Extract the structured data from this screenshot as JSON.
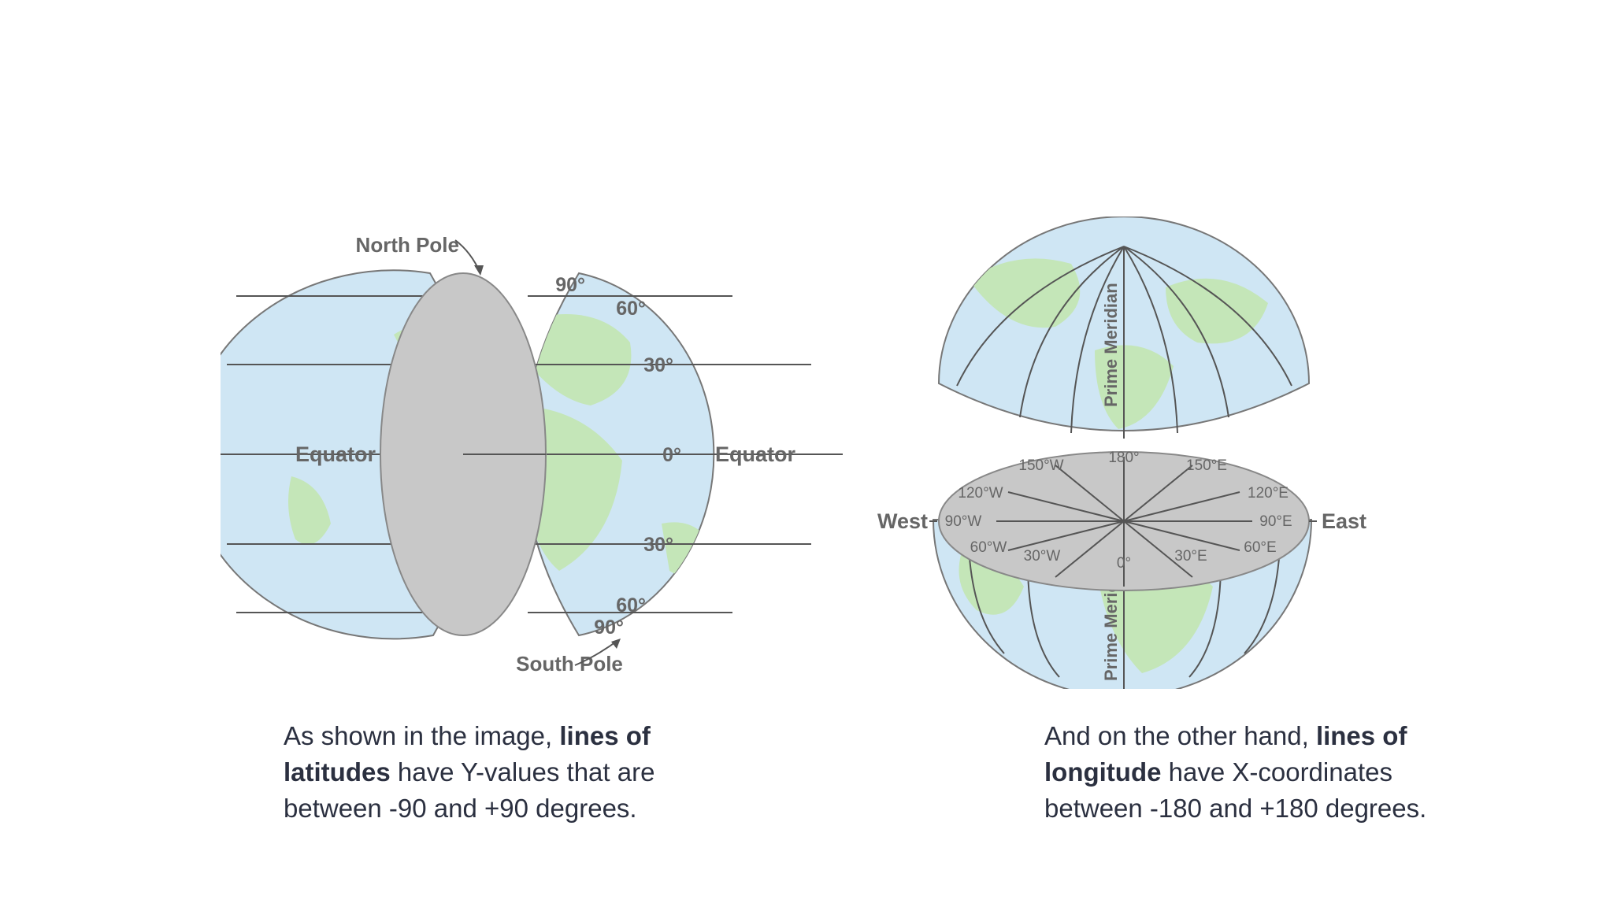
{
  "latitude_diagram": {
    "north_pole": "North Pole",
    "south_pole": "South Pole",
    "equator_left": "Equator",
    "equator_right": "Equator",
    "deg_90_n": "90°",
    "deg_60_n": "60°",
    "deg_30_n": "30°",
    "deg_0": "0°",
    "deg_30_s": "30°",
    "deg_60_s": "60°",
    "deg_90_s": "90°"
  },
  "longitude_diagram": {
    "prime_meridian_top": "Prime Meridian",
    "prime_meridian_bottom": "Prime Meridian",
    "west": "West",
    "east": "East",
    "labels": {
      "w150": "150°W",
      "e180": "180°",
      "e150": "150°E",
      "w120": "120°W",
      "e120": "120°E",
      "w90": "90°W",
      "e90": "90°E",
      "w60": "60°W",
      "e60": "60°E",
      "w30": "30°W",
      "zero": "0°",
      "e30": "30°E"
    }
  },
  "captions": {
    "left": {
      "pre": "As shown in the image, ",
      "bold": "lines of latitudes",
      "post": " have Y-values that are between -90 and +90 degrees."
    },
    "right": {
      "pre": "And on the other hand, ",
      "bold": "lines of longitude",
      "post": " have X-coordinates between -180 and +180 degrees."
    }
  },
  "colors": {
    "ocean": "#cfe6f4",
    "land": "#c4e6b8",
    "cut_face": "#c8c8c8",
    "grid_line": "#555555",
    "label_text": "#666666",
    "caption_text": "#2b3040"
  }
}
